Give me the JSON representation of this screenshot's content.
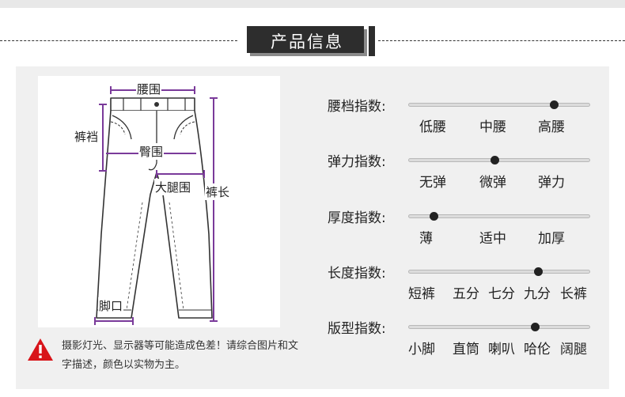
{
  "header": {
    "title": "产品信息"
  },
  "diagram": {
    "labels": {
      "waist": "腰围",
      "rise": "裤裆",
      "hip": "臀围",
      "thigh": "大腿围",
      "length": "裤长",
      "hem": "脚口"
    }
  },
  "notice": {
    "icon": "warning-triangle-icon",
    "icon_color": "#d8141a",
    "text": "摄影灯光、显示器等可能造成色差！请综合图片和文字描述，颜色以实物为主。"
  },
  "metrics": [
    {
      "label": "腰档指数:",
      "options": [
        "低腰",
        "中腰",
        "高腰"
      ],
      "selected": "高腰"
    },
    {
      "label": "弹力指数:",
      "options": [
        "无弹",
        "微弹",
        "弹力"
      ],
      "selected": "微弹"
    },
    {
      "label": "厚度指数:",
      "options": [
        "薄",
        "适中",
        "加厚"
      ],
      "selected": "薄"
    },
    {
      "label": "长度指数:",
      "options": [
        "短裤",
        "五分",
        "七分",
        "九分",
        "长裤"
      ],
      "selected": "九分"
    },
    {
      "label": "版型指数:",
      "options": [
        "小脚",
        "直筒",
        "喇叭",
        "哈伦",
        "阔腿"
      ],
      "selected": "哈伦"
    }
  ]
}
